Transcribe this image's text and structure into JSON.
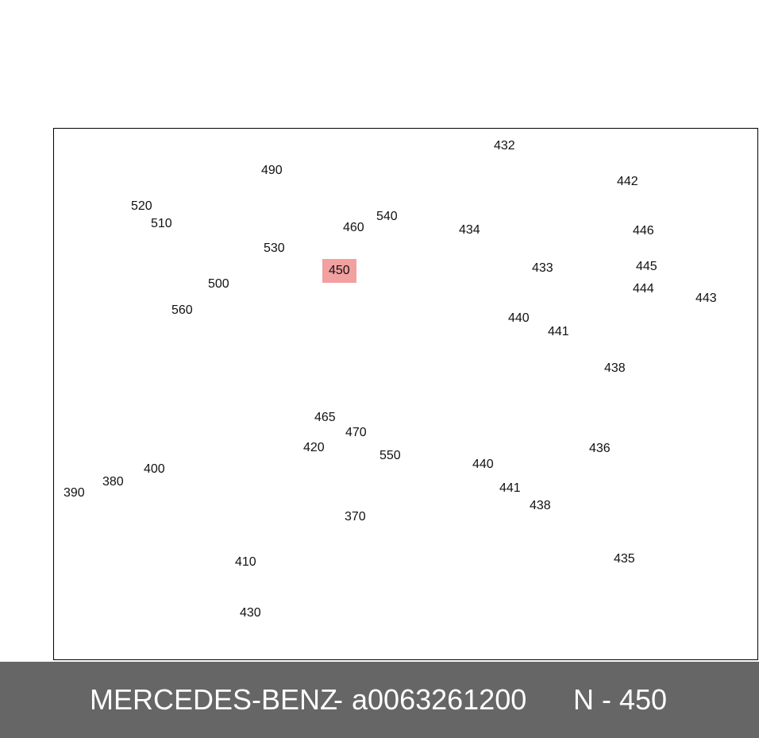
{
  "footer": {
    "brand": "MERCEDES-BENZ",
    "separator": "-",
    "part_number": "a0063261200",
    "position_ref": "N - 450"
  },
  "highlight_color": "#f2a0a0",
  "footer_color": "#666666",
  "callouts": {
    "c432": "432",
    "c442": "442",
    "c490": "490",
    "c520": "520",
    "c510": "510",
    "c460": "460",
    "c540": "540",
    "c434": "434",
    "c530": "530",
    "c446": "446",
    "c433": "433",
    "c450": "450",
    "c445": "445",
    "c500": "500",
    "c444": "444",
    "c443": "443",
    "c560": "560",
    "c440a": "440",
    "c441a": "441",
    "c438a": "438",
    "c465": "465",
    "c470": "470",
    "c550": "550",
    "c420": "420",
    "c436": "436",
    "c440b": "440",
    "c441b": "441",
    "c380": "380",
    "c400": "400",
    "c390": "390",
    "c438b": "438",
    "c370": "370",
    "c435": "435",
    "c410": "410",
    "c430": "430"
  }
}
